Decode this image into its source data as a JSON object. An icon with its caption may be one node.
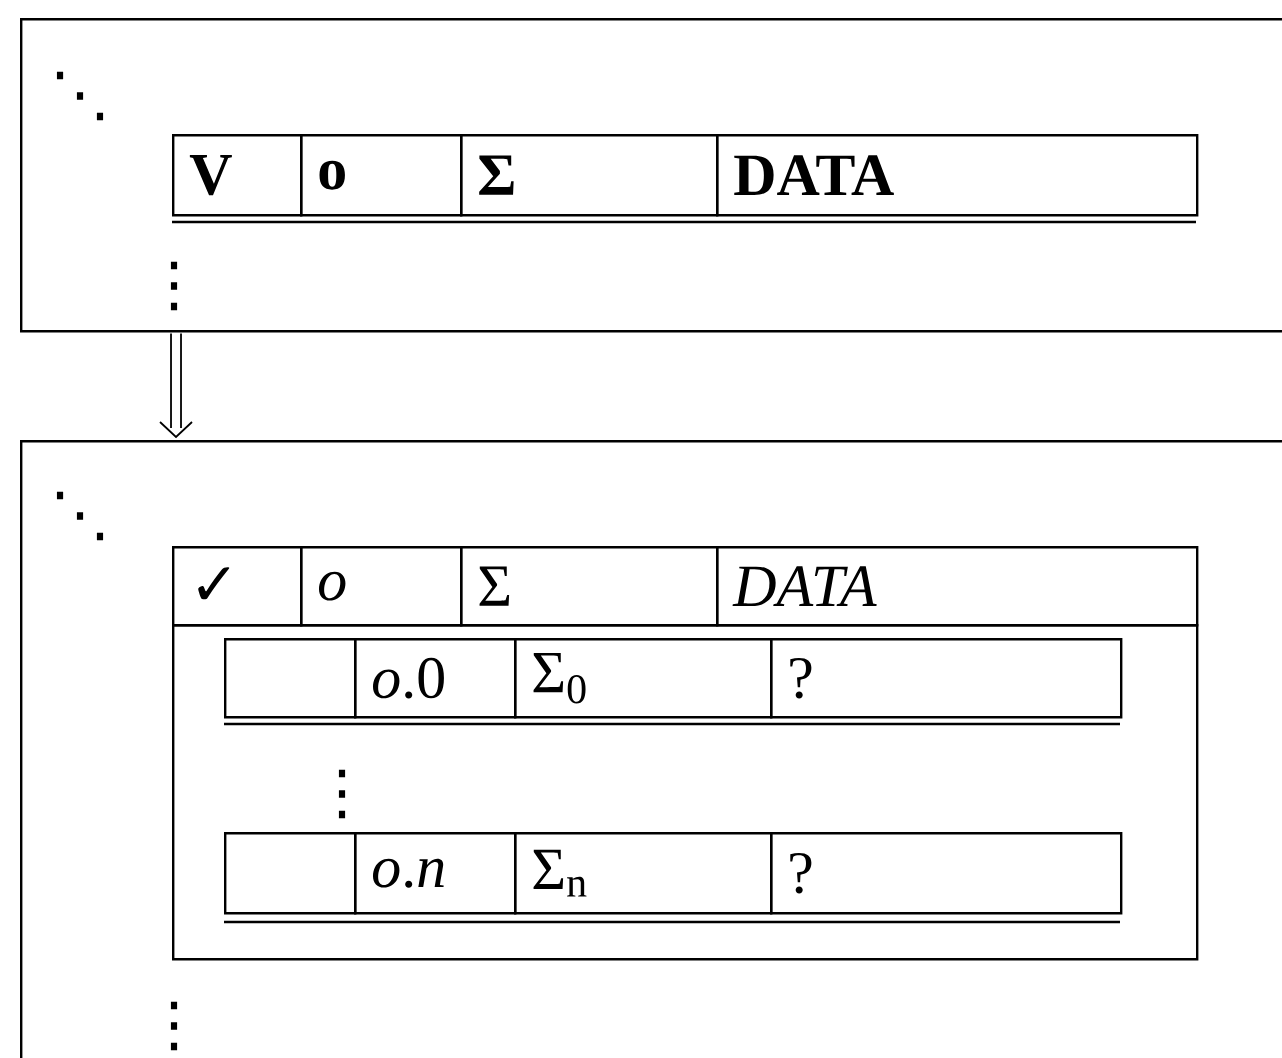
{
  "diagram": {
    "nodes": [
      {
        "text": [],
        "shape": "box"
      },
      {
        "text": [
          "V"
        ],
        "in": 0
      },
      {
        "text": [
          "o"
        ],
        "in": 0
      },
      {
        "text": [
          "Σ"
        ],
        "in": 0
      },
      {
        "text": [
          "DATA"
        ],
        "in": 0
      },
      {
        "text": [],
        "shape": "box"
      },
      {
        "text": [
          "✓"
        ],
        "in": 5
      },
      {
        "text": [
          "o"
        ],
        "in": 5
      },
      {
        "text": [
          "Σ"
        ],
        "in": 5
      },
      {
        "text": [
          "DATA"
        ],
        "in": 5
      },
      {
        "text": [],
        "shape": "box",
        "in": 5
      },
      {
        "text": [],
        "shape": "box",
        "in": 10
      },
      {
        "text": [
          "*o*.0"
        ],
        "in": 10
      },
      {
        "text": [
          "Σ$_{0}$"
        ],
        "in": 10
      },
      {
        "text": [
          "?"
        ],
        "in": 10
      },
      {
        "text": [],
        "shape": "box",
        "in": 10
      },
      {
        "text": [
          "*o*.*n*"
        ],
        "in": 10
      },
      {
        "text": [
          "Σ$_{n}$"
        ],
        "in": 10
      },
      {
        "text": [
          "?"
        ],
        "in": 10
      }
    ],
    "edges": [
      {
        "from": 0,
        "to": 5,
        "arrow": "to"
      }
    ],
    "labels": [
      "⋱",
      "⋮",
      "⋱",
      "⋮",
      "⋮"
    ]
  }
}
